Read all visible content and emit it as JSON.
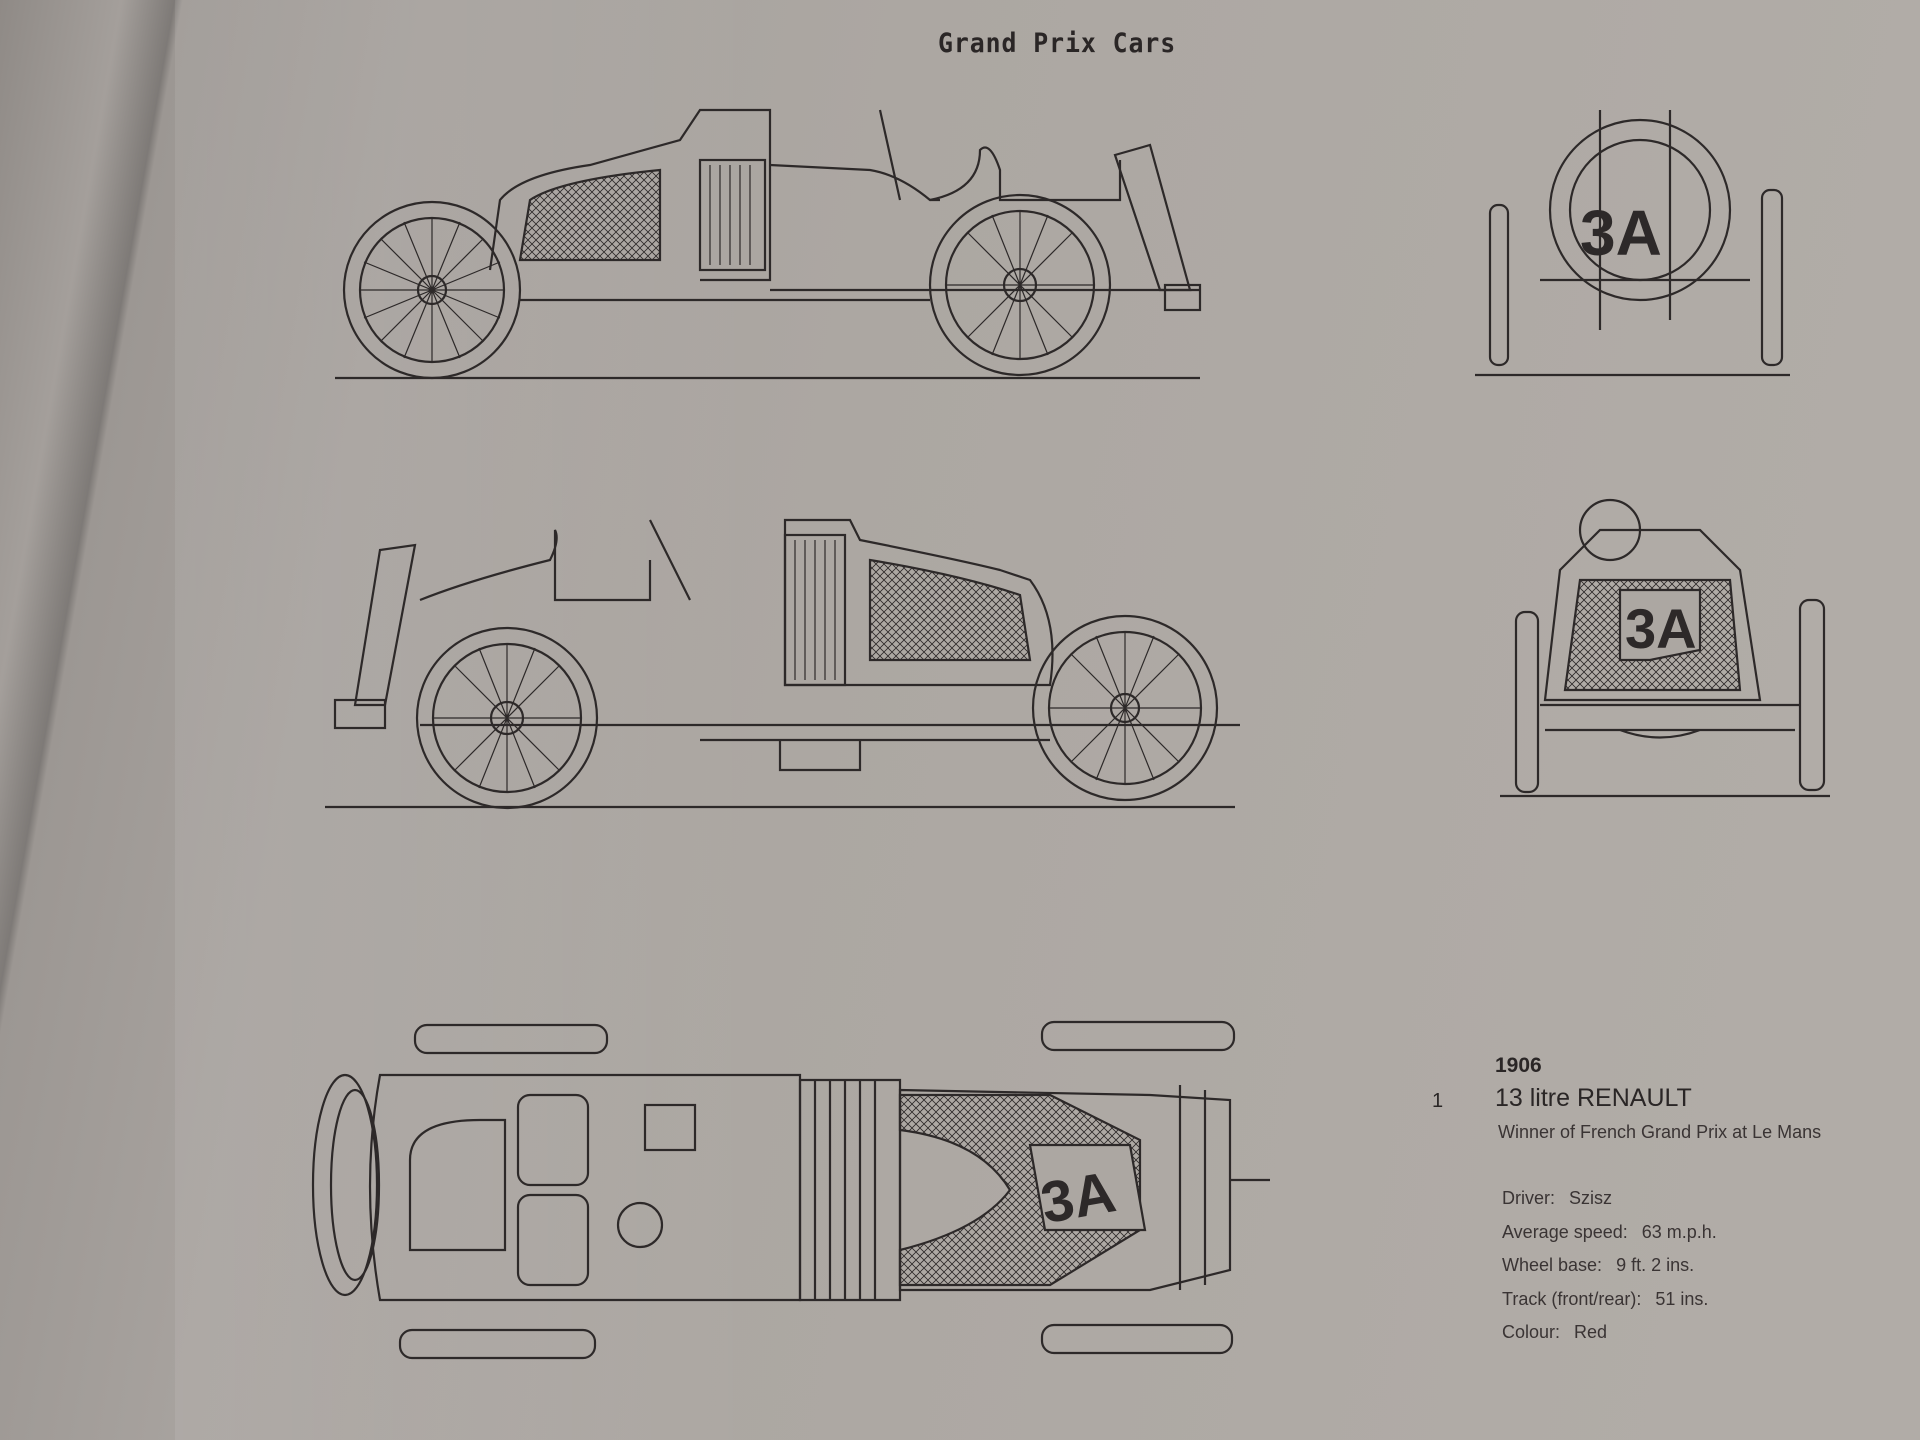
{
  "page": {
    "header": "Grand Prix Cars"
  },
  "drawings": {
    "race_number": "3A"
  },
  "entry": {
    "year": "1906",
    "number": "1",
    "model": "13 litre RENAULT",
    "subtitle": "Winner of French Grand Prix at Le Mans",
    "specs": [
      {
        "label": "Driver:",
        "value": "Szisz"
      },
      {
        "label": "Average speed:",
        "value": "63 m.p.h."
      },
      {
        "label": "Wheel base:",
        "value": "9 ft. 2 ins."
      },
      {
        "label": "Track (front/rear):",
        "value": "51 ins."
      },
      {
        "label": "Colour:",
        "value": "Red"
      }
    ]
  }
}
